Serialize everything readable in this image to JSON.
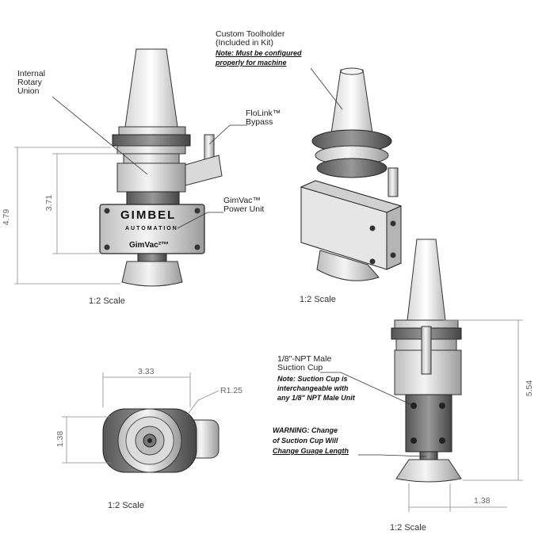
{
  "callouts": {
    "internal_union": [
      "Internal",
      "Rotary",
      "Union"
    ],
    "flolink": [
      "FloLink™",
      "Bypass"
    ],
    "gimvac": [
      "GimVac™",
      "Power Unit"
    ],
    "toolholder": [
      "Custom Toolholder",
      "(Included in Kit)"
    ],
    "toolholder_note": [
      "Note: Must be configured",
      "properly for machine"
    ],
    "suction_cup": [
      "1/8\"-NPT Male",
      "Suction Cup"
    ],
    "suction_note": [
      "Note: Suction Cup is",
      "interchangeable with",
      "any 1/8\" NPT Male Unit"
    ],
    "warning": [
      "WARNING: Change",
      "of Suction Cup Will",
      "Change Guage Length"
    ]
  },
  "dimensions": {
    "overall_height": "4.79",
    "body_height": "3.71",
    "width": "3.33",
    "radius": "R1.25",
    "bottom_height": "1.38",
    "side_height": "5.54",
    "side_width": "1.38"
  },
  "branding": {
    "logo_top": "GIMBEL",
    "logo_bottom": "AUTOMATION",
    "product": "GimVac²™"
  },
  "scales": {
    "front": "1:2 Scale",
    "iso": "1:2 Scale",
    "bottom": "1:2 Scale",
    "side": "1:2 Scale"
  }
}
